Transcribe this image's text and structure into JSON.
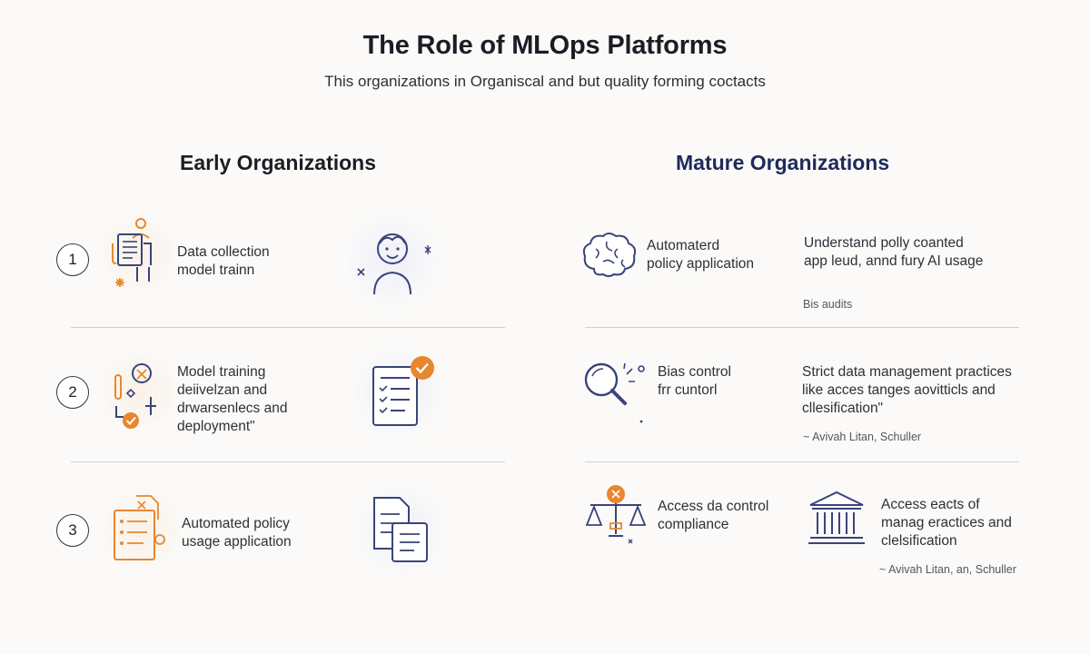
{
  "header": {
    "title": "The Role of MLOps Platforms",
    "subtitle": "This organizations in Organiscal and but quality forming coctacts"
  },
  "early": {
    "heading": "Early Organizations",
    "rows": [
      {
        "number": "1",
        "lines": [
          "Data collection",
          "model trainn"
        ]
      },
      {
        "number": "2",
        "lines": [
          "Model training",
          "deiivelzan and",
          "drwarsenlecs and",
          "deployment\""
        ]
      },
      {
        "number": "3",
        "lines": [
          "Automated policy",
          "usage application"
        ]
      }
    ]
  },
  "mature": {
    "heading": "Mature Organizations",
    "rows": [
      {
        "label_lines": [
          "Automaterd",
          "policy application"
        ],
        "desc_lines": [
          "Understand polly coanted",
          "app leud, annd fury AI usage"
        ],
        "note": "Bis audits"
      },
      {
        "label_lines": [
          "Bias control",
          "frr cuntorl"
        ],
        "desc_lines": [
          "Strict data management practices",
          "like acces tanges aovitticls and",
          "cllesification\""
        ],
        "note": "~ Avivah Litan,  Schuller"
      },
      {
        "label_lines": [
          "Access da control",
          "compliance"
        ],
        "desc_lines": [
          "Access eacts of",
          "manag eractices and",
          "clelsification"
        ],
        "note": "~ Avivah Litan, an, Schuller"
      }
    ]
  },
  "colors": {
    "accent_orange": "#e8872e",
    "icon_navy": "#3a4479",
    "heading_navy": "#1f2a5c",
    "divider": "#cfcfd4"
  },
  "icons": [
    "person-document-icon",
    "person-avatar-icon",
    "workflow-check-icon",
    "checklist-icon",
    "document-list-icon",
    "documents-icon",
    "brain-icon",
    "magnifier-icon",
    "scales-icon",
    "courthouse-icon"
  ]
}
